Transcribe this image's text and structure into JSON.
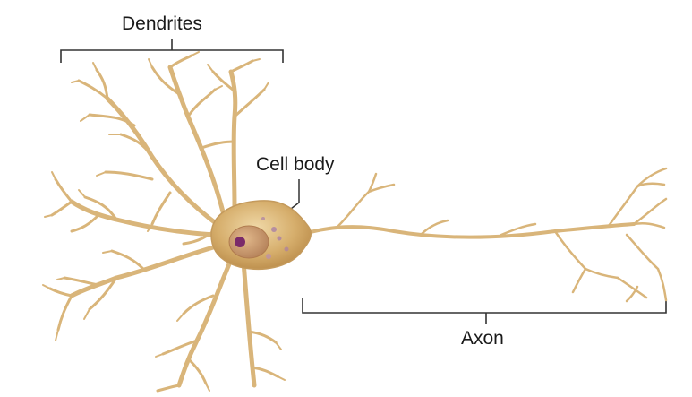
{
  "labels": {
    "dendrites": "Dendrites",
    "cell_body": "Cell body",
    "axon": "Axon"
  },
  "colors": {
    "neuron": "#dcb67c",
    "neuron_outline": "#c49a5c",
    "soma": "#d3ab6a",
    "nucleus": "#c49263",
    "nucleolus": "#7a2a6a",
    "bracket": "#333333"
  }
}
